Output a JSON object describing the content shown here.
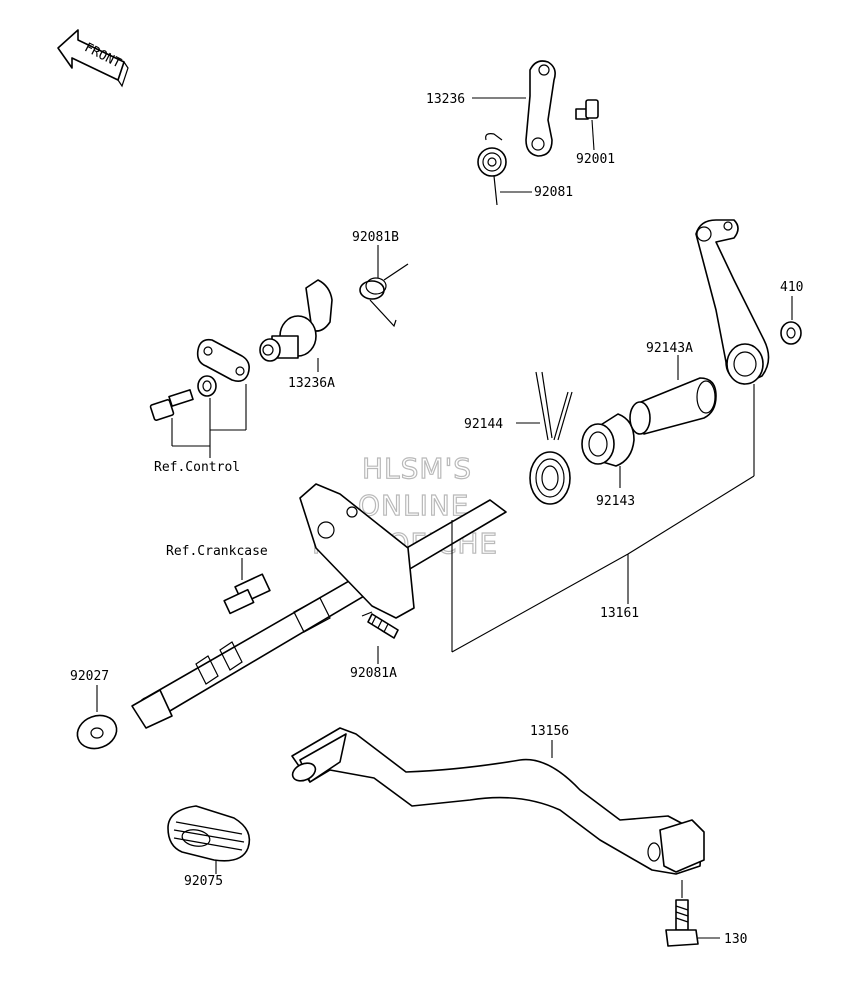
{
  "front_label": "FRONT",
  "watermark": [
    "HLSM'S",
    "ONLINE",
    "MICROFICHE"
  ],
  "parts": {
    "p13236": "13236",
    "p92001": "92001",
    "p92081": "92081",
    "p92081B": "92081B",
    "p410": "410",
    "p92143A": "92143A",
    "p13236A": "13236A",
    "p92144": "92144",
    "p92143": "92143",
    "ref_control": "Ref.Control",
    "ref_crankcase": "Ref.Crankcase",
    "p13161": "13161",
    "p92081A": "92081A",
    "p92027": "92027",
    "p13156": "13156",
    "p92075": "92075",
    "p130": "130"
  }
}
